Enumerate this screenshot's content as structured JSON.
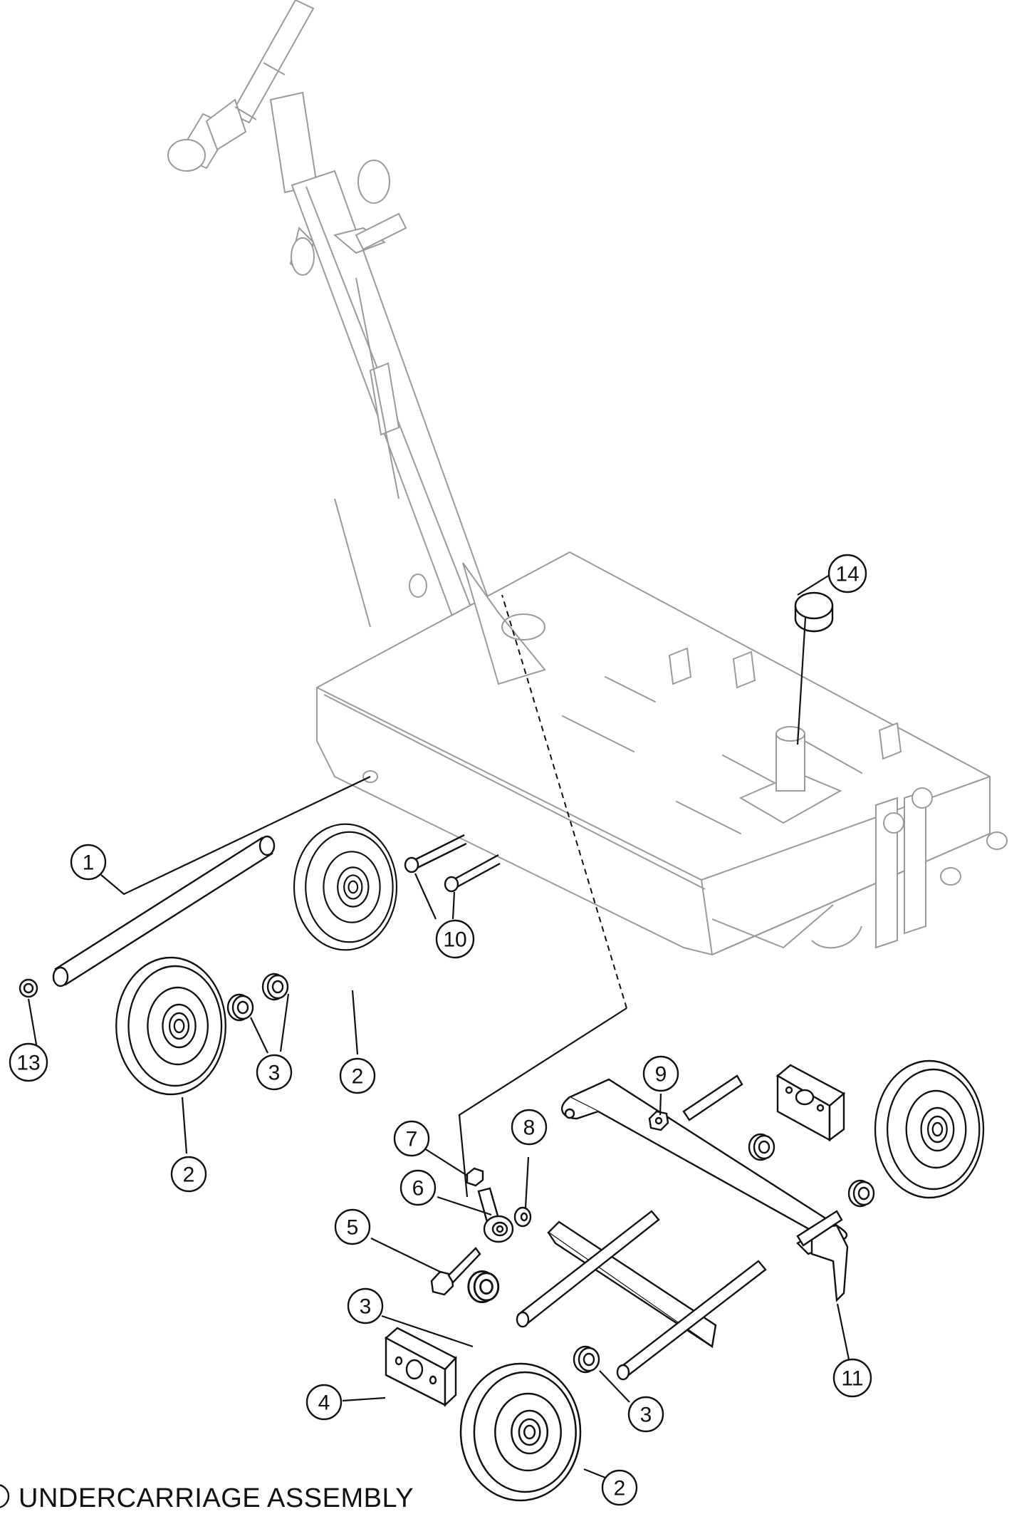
{
  "title": "UNDERCARRIAGE ASSEMBLY",
  "callouts": [
    {
      "id": "c1",
      "label": "1"
    },
    {
      "id": "c2a",
      "label": "2"
    },
    {
      "id": "c2b",
      "label": "2"
    },
    {
      "id": "c2c",
      "label": "2"
    },
    {
      "id": "c3a",
      "label": "3"
    },
    {
      "id": "c3b",
      "label": "3"
    },
    {
      "id": "c3c",
      "label": "3"
    },
    {
      "id": "c4",
      "label": "4"
    },
    {
      "id": "c5",
      "label": "5"
    },
    {
      "id": "c6",
      "label": "6"
    },
    {
      "id": "c7",
      "label": "7"
    },
    {
      "id": "c8",
      "label": "8"
    },
    {
      "id": "c9",
      "label": "9"
    },
    {
      "id": "c10",
      "label": "10"
    },
    {
      "id": "c11",
      "label": "11"
    },
    {
      "id": "c13",
      "label": "13"
    },
    {
      "id": "c14",
      "label": "14"
    }
  ],
  "colors": {
    "line": "#111111",
    "ghost": "#9a9a9a",
    "background": "#ffffff"
  }
}
